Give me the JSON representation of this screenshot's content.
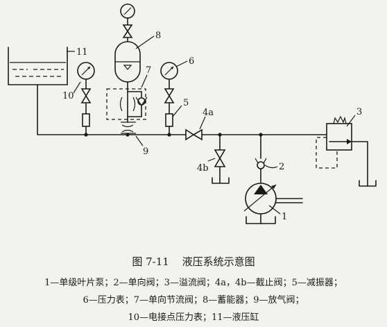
{
  "figure": {
    "caption_number": "图 7-11",
    "caption_title": "液压系统示意图"
  },
  "labels": {
    "l1": "1",
    "l2": "2",
    "l3": "3",
    "l4a": "4a",
    "l4b": "4b",
    "l5": "5",
    "l6": "6",
    "l7": "7",
    "l8": "8",
    "l9": "9",
    "l10": "10",
    "l11": "11"
  },
  "legend": {
    "line1": "1—单级叶片泵；2—单向阀；3—溢流阀；4a，4b—截止阀；5—减振器；",
    "line2": "6—压力表；7—单向节流阀；8—蓄能器；9—放气阀；",
    "line3": "10—电接点压力表；11—液压缸"
  }
}
